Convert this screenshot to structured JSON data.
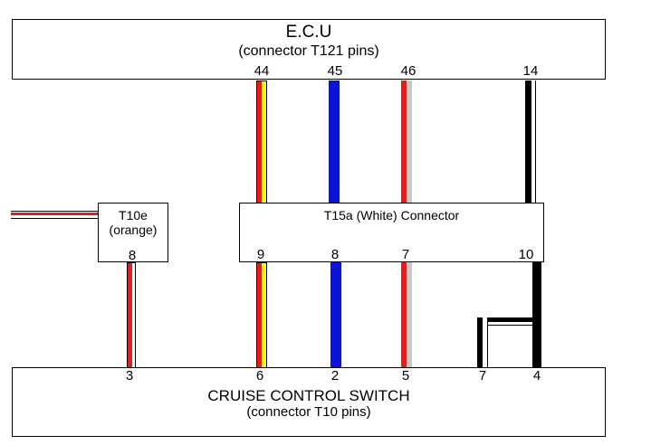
{
  "ecu": {
    "title": "E.C.U",
    "subtitle": "(connector T121 pins)",
    "pins": [
      "44",
      "45",
      "46",
      "14"
    ]
  },
  "t15a": {
    "label": "T15a (White) Connector",
    "pins": [
      "9",
      "8",
      "7",
      "10"
    ]
  },
  "t10e": {
    "line1": "T10e",
    "line2": "(orange)",
    "pin": "8"
  },
  "switch": {
    "title": "CRUISE CONTROL SWITCH",
    "subtitle": "(connector T10 pins)",
    "pins": [
      "3",
      "6",
      "2",
      "5",
      "7",
      "4"
    ]
  },
  "colors": {
    "red": "#e81c1c",
    "yellow": "#ffff00",
    "blue": "#0a14d8",
    "grey": "#c8c8c8",
    "black": "#000000",
    "white": "#ffffff"
  }
}
